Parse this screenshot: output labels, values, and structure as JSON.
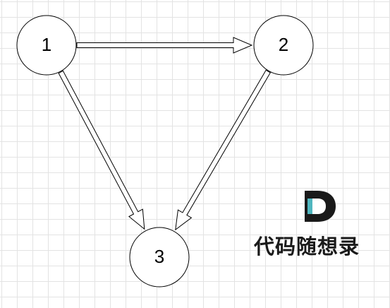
{
  "diagram": {
    "nodes": [
      {
        "id": "1",
        "label": "1"
      },
      {
        "id": "2",
        "label": "2"
      },
      {
        "id": "3",
        "label": "3"
      }
    ],
    "edges": [
      {
        "from": "1",
        "to": "2"
      },
      {
        "from": "1",
        "to": "3"
      },
      {
        "from": "2",
        "to": "3"
      }
    ]
  },
  "watermark": {
    "text": "代码随想录",
    "colors": {
      "dark": "#1a1a1a",
      "accent": "#4fb6bf"
    }
  }
}
